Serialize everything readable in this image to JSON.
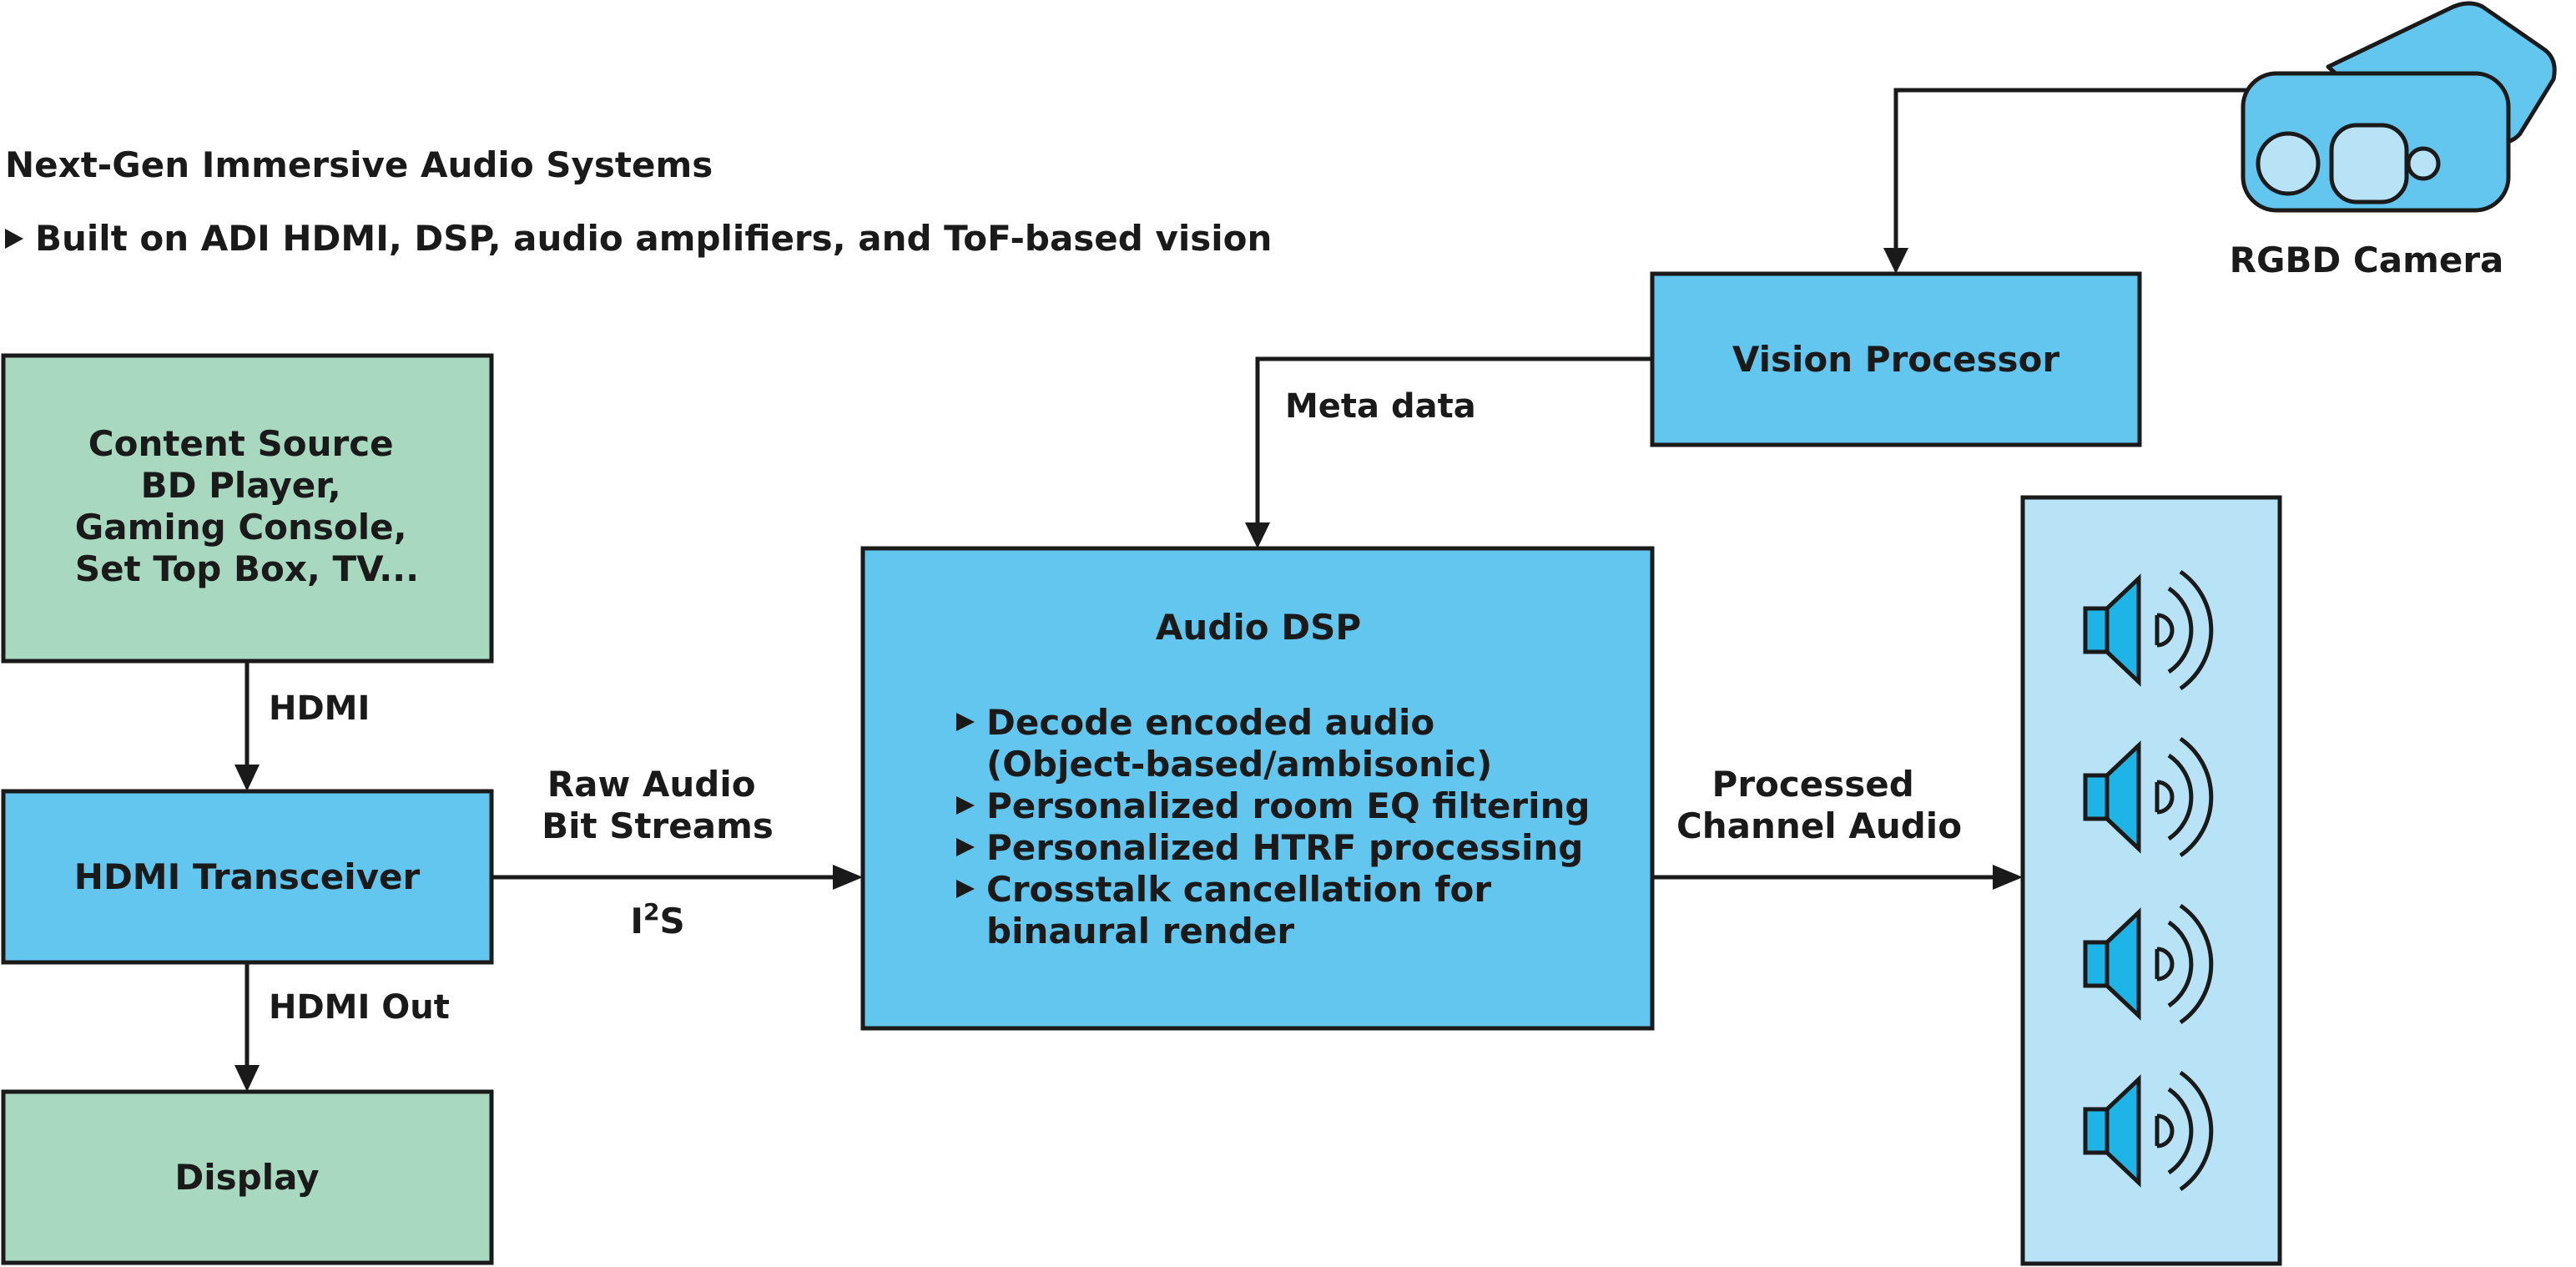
{
  "header": {
    "title": "Next-Gen Immersive Audio Systems",
    "subtitle": "Built on ADI HDMI, DSP, audio amplifiers, and ToF-based vision"
  },
  "blocks": {
    "content_source": {
      "lines": [
        "Content Source",
        "BD Player,",
        "Gaming Console,",
        "Set Top Box, TV..."
      ]
    },
    "hdmi_transceiver": {
      "label": "HDMI Transceiver"
    },
    "display": {
      "label": "Display"
    },
    "audio_dsp": {
      "title": "Audio DSP",
      "bullets": [
        [
          "Decode encoded audio",
          "(Object-based/ambisonic)"
        ],
        [
          "Personalized room EQ filtering"
        ],
        [
          "Personalized HTRF processing"
        ],
        [
          "Crosstalk cancellation for",
          "binaural render"
        ]
      ]
    },
    "vision_processor": {
      "label": "Vision Processor"
    },
    "camera": {
      "label": "RGBD Camera"
    },
    "speaker_count": 4
  },
  "connections": {
    "hdmi": "HDMI",
    "hdmi_out": "HDMI Out",
    "raw_audio": [
      "Raw Audio",
      "Bit Streams"
    ],
    "i2s": {
      "base": "I",
      "sup": "2",
      "tail": "S"
    },
    "meta_data": "Meta data",
    "processed": [
      "Processed",
      "Channel Audio"
    ]
  },
  "colors": {
    "green_block": "#a8d8c0",
    "blue_block": "#62c6ef",
    "speaker_panel": "#b8e2f6",
    "speaker_icon": "#1eb4e8",
    "ink": "#1a1a1a"
  }
}
